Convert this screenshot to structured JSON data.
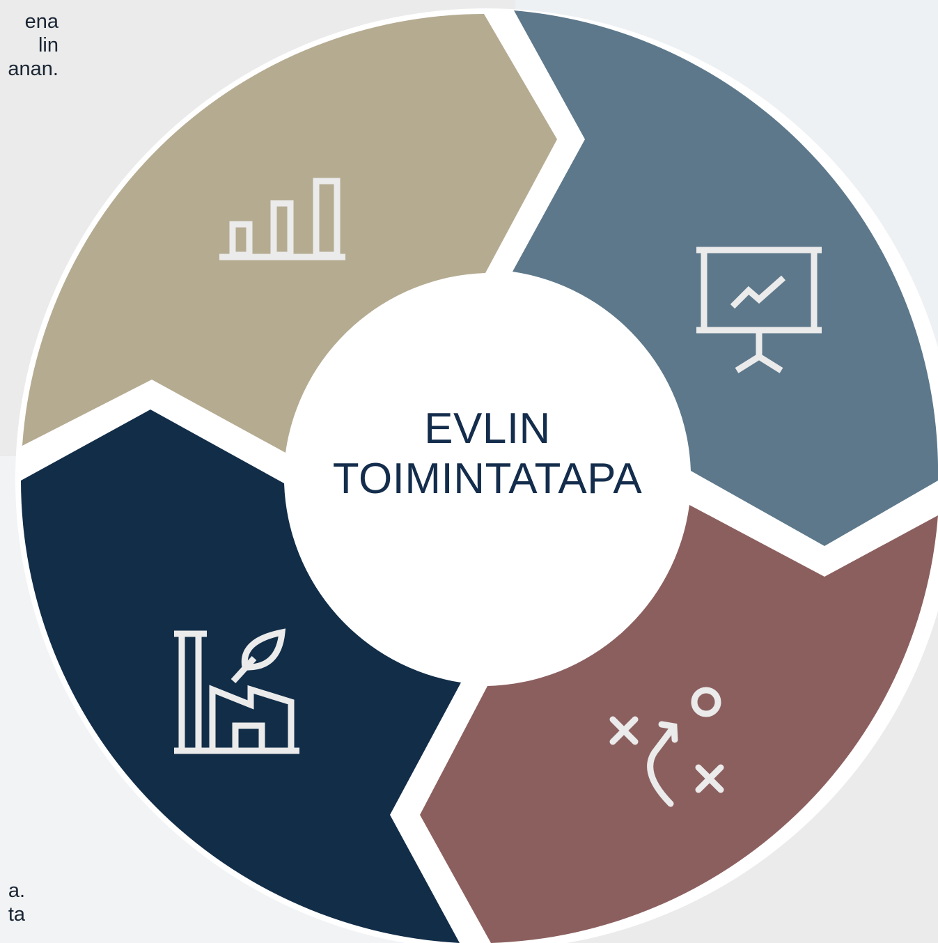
{
  "center": {
    "line1": "EVLIN",
    "line2": "TOIMINTATAPA"
  },
  "side_text_top": [
    "ena",
    "lin",
    "anan."
  ],
  "side_text_bottom": [
    "a.",
    "ta"
  ],
  "segments": [
    {
      "name": "top-left",
      "color": "#b5ab91",
      "icon": "bar-chart-icon"
    },
    {
      "name": "top-right",
      "color": "#5d788b",
      "icon": "presentation-board-icon"
    },
    {
      "name": "bottom-right",
      "color": "#8c5f5f",
      "icon": "strategy-play-icon"
    },
    {
      "name": "bottom-left",
      "color": "#122d48",
      "icon": "sustainable-factory-icon"
    }
  ],
  "colors": {
    "center_fill": "#ffffff",
    "center_text": "#142d4c",
    "icon_stroke": "#ebebeb"
  }
}
